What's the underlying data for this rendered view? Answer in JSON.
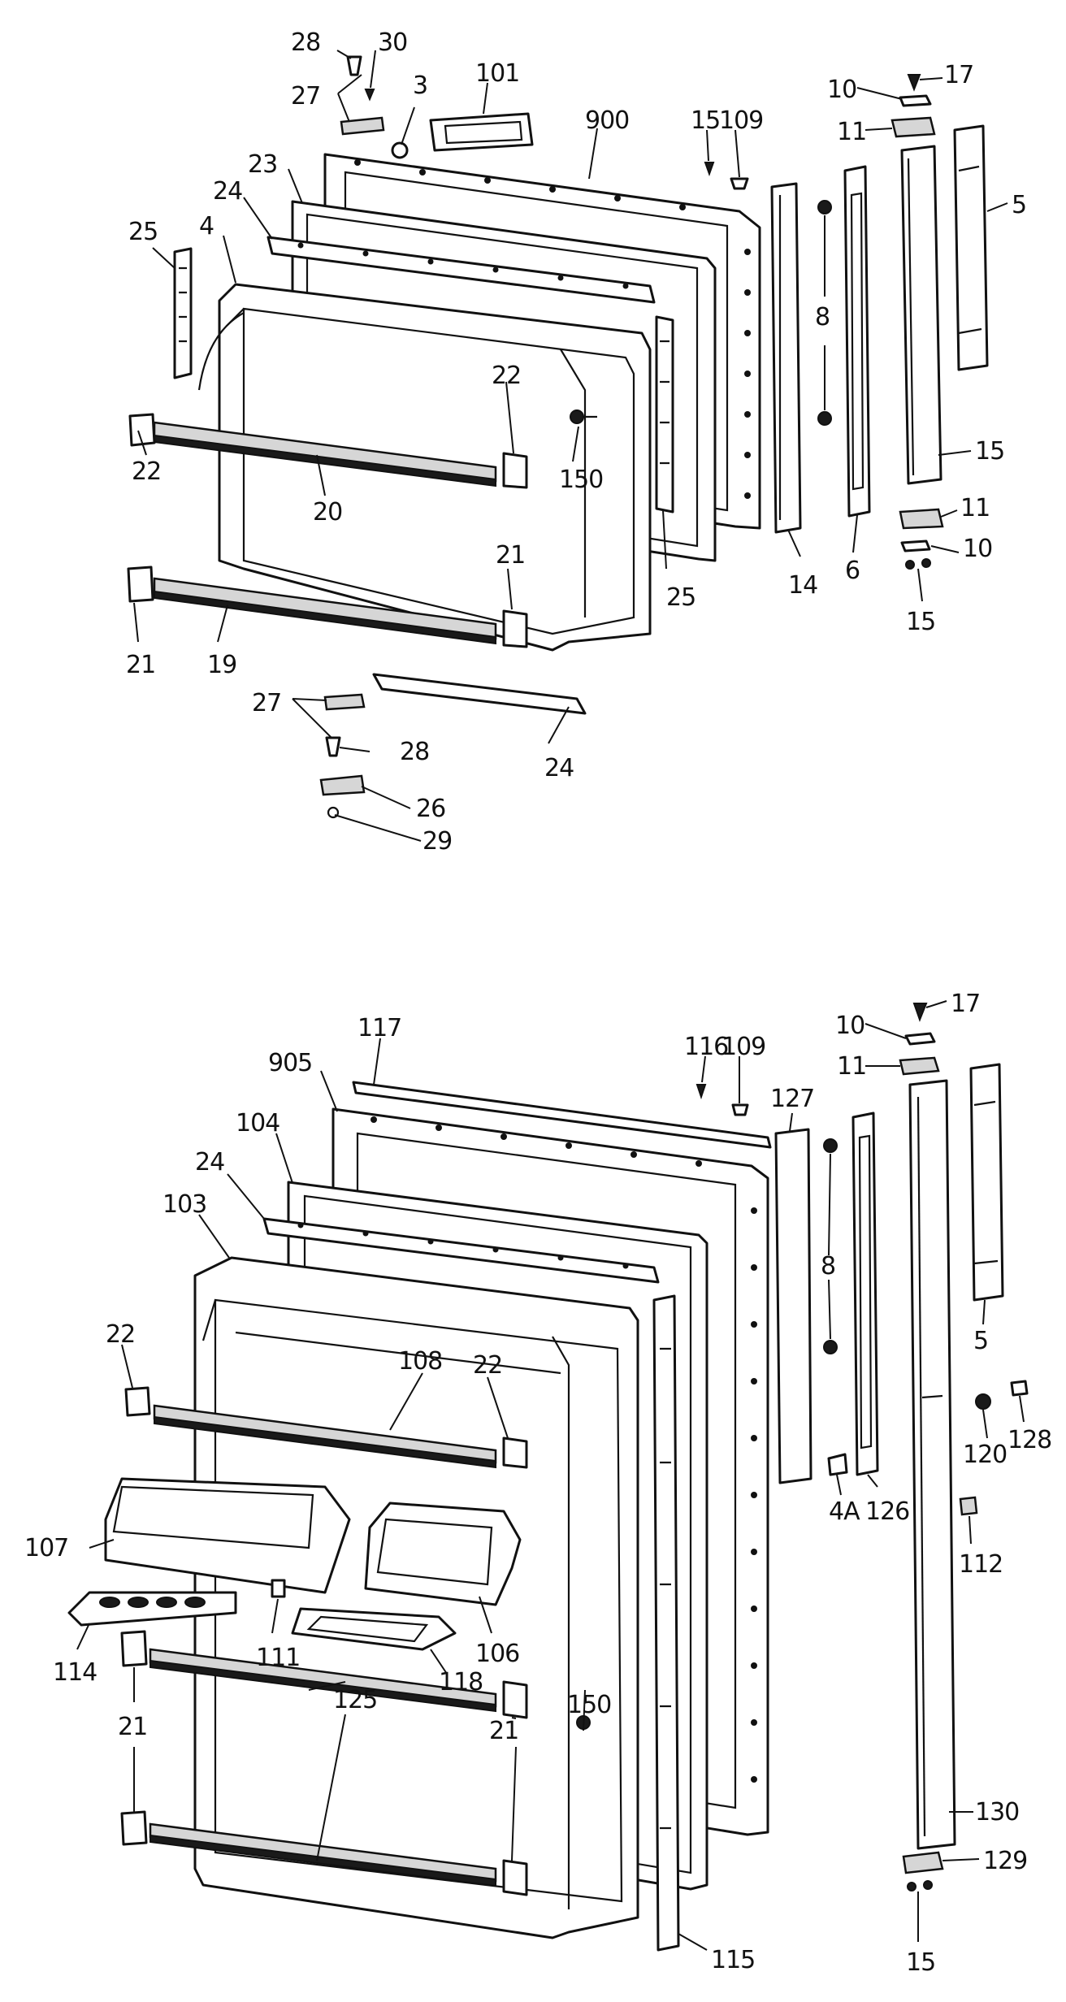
{
  "colors": {
    "ink": "#111111",
    "paper": "#ffffff",
    "shade": "#d6d6d6"
  },
  "upper_door": {
    "callouts": [
      {
        "id": "u28a",
        "text": "28"
      },
      {
        "id": "u30",
        "text": "30"
      },
      {
        "id": "u27a",
        "text": "27"
      },
      {
        "id": "u3",
        "text": "3"
      },
      {
        "id": "u101",
        "text": "101"
      },
      {
        "id": "u900",
        "text": "900"
      },
      {
        "id": "u15a",
        "text": "15"
      },
      {
        "id": "u109",
        "text": "109"
      },
      {
        "id": "u10a",
        "text": "10"
      },
      {
        "id": "u17",
        "text": "17"
      },
      {
        "id": "u11a",
        "text": "11"
      },
      {
        "id": "u5",
        "text": "5"
      },
      {
        "id": "u23",
        "text": "23"
      },
      {
        "id": "u24a",
        "text": "24"
      },
      {
        "id": "u25a",
        "text": "25"
      },
      {
        "id": "u4",
        "text": "4"
      },
      {
        "id": "u8",
        "text": "8"
      },
      {
        "id": "u22a",
        "text": "22"
      },
      {
        "id": "u22b",
        "text": "22"
      },
      {
        "id": "u15b",
        "text": "15"
      },
      {
        "id": "u150",
        "text": "150"
      },
      {
        "id": "u20",
        "text": "20"
      },
      {
        "id": "u11b",
        "text": "11"
      },
      {
        "id": "u10b",
        "text": "10"
      },
      {
        "id": "u21a",
        "text": "21"
      },
      {
        "id": "u25b",
        "text": "25"
      },
      {
        "id": "u14",
        "text": "14"
      },
      {
        "id": "u6",
        "text": "6"
      },
      {
        "id": "u15c",
        "text": "15"
      },
      {
        "id": "u21b",
        "text": "21"
      },
      {
        "id": "u19",
        "text": "19"
      },
      {
        "id": "u27b",
        "text": "27"
      },
      {
        "id": "u28b",
        "text": "28"
      },
      {
        "id": "u24b",
        "text": "24"
      },
      {
        "id": "u26",
        "text": "26"
      },
      {
        "id": "u29",
        "text": "29"
      }
    ]
  },
  "lower_door": {
    "callouts": [
      {
        "id": "l10",
        "text": "10"
      },
      {
        "id": "l17",
        "text": "17"
      },
      {
        "id": "l117",
        "text": "117"
      },
      {
        "id": "l116",
        "text": "116"
      },
      {
        "id": "l109",
        "text": "109"
      },
      {
        "id": "l11",
        "text": "11"
      },
      {
        "id": "l905",
        "text": "905"
      },
      {
        "id": "l127",
        "text": "127"
      },
      {
        "id": "l104",
        "text": "104"
      },
      {
        "id": "l24",
        "text": "24"
      },
      {
        "id": "l103",
        "text": "103"
      },
      {
        "id": "l8",
        "text": "8"
      },
      {
        "id": "l22a",
        "text": "22"
      },
      {
        "id": "l108",
        "text": "108"
      },
      {
        "id": "l22b",
        "text": "22"
      },
      {
        "id": "l5",
        "text": "5"
      },
      {
        "id": "l120",
        "text": "120"
      },
      {
        "id": "l128",
        "text": "128"
      },
      {
        "id": "l4a",
        "text": "4A"
      },
      {
        "id": "l126",
        "text": "126"
      },
      {
        "id": "l107",
        "text": "107"
      },
      {
        "id": "l106",
        "text": "106"
      },
      {
        "id": "l112",
        "text": "112"
      },
      {
        "id": "l114",
        "text": "114"
      },
      {
        "id": "l111",
        "text": "111"
      },
      {
        "id": "l118",
        "text": "118"
      },
      {
        "id": "l150",
        "text": "150"
      },
      {
        "id": "l21a",
        "text": "21"
      },
      {
        "id": "l125",
        "text": "125"
      },
      {
        "id": "l21b",
        "text": "21"
      },
      {
        "id": "l130",
        "text": "130"
      },
      {
        "id": "l129",
        "text": "129"
      },
      {
        "id": "l115",
        "text": "115"
      },
      {
        "id": "l15",
        "text": "15"
      }
    ]
  }
}
